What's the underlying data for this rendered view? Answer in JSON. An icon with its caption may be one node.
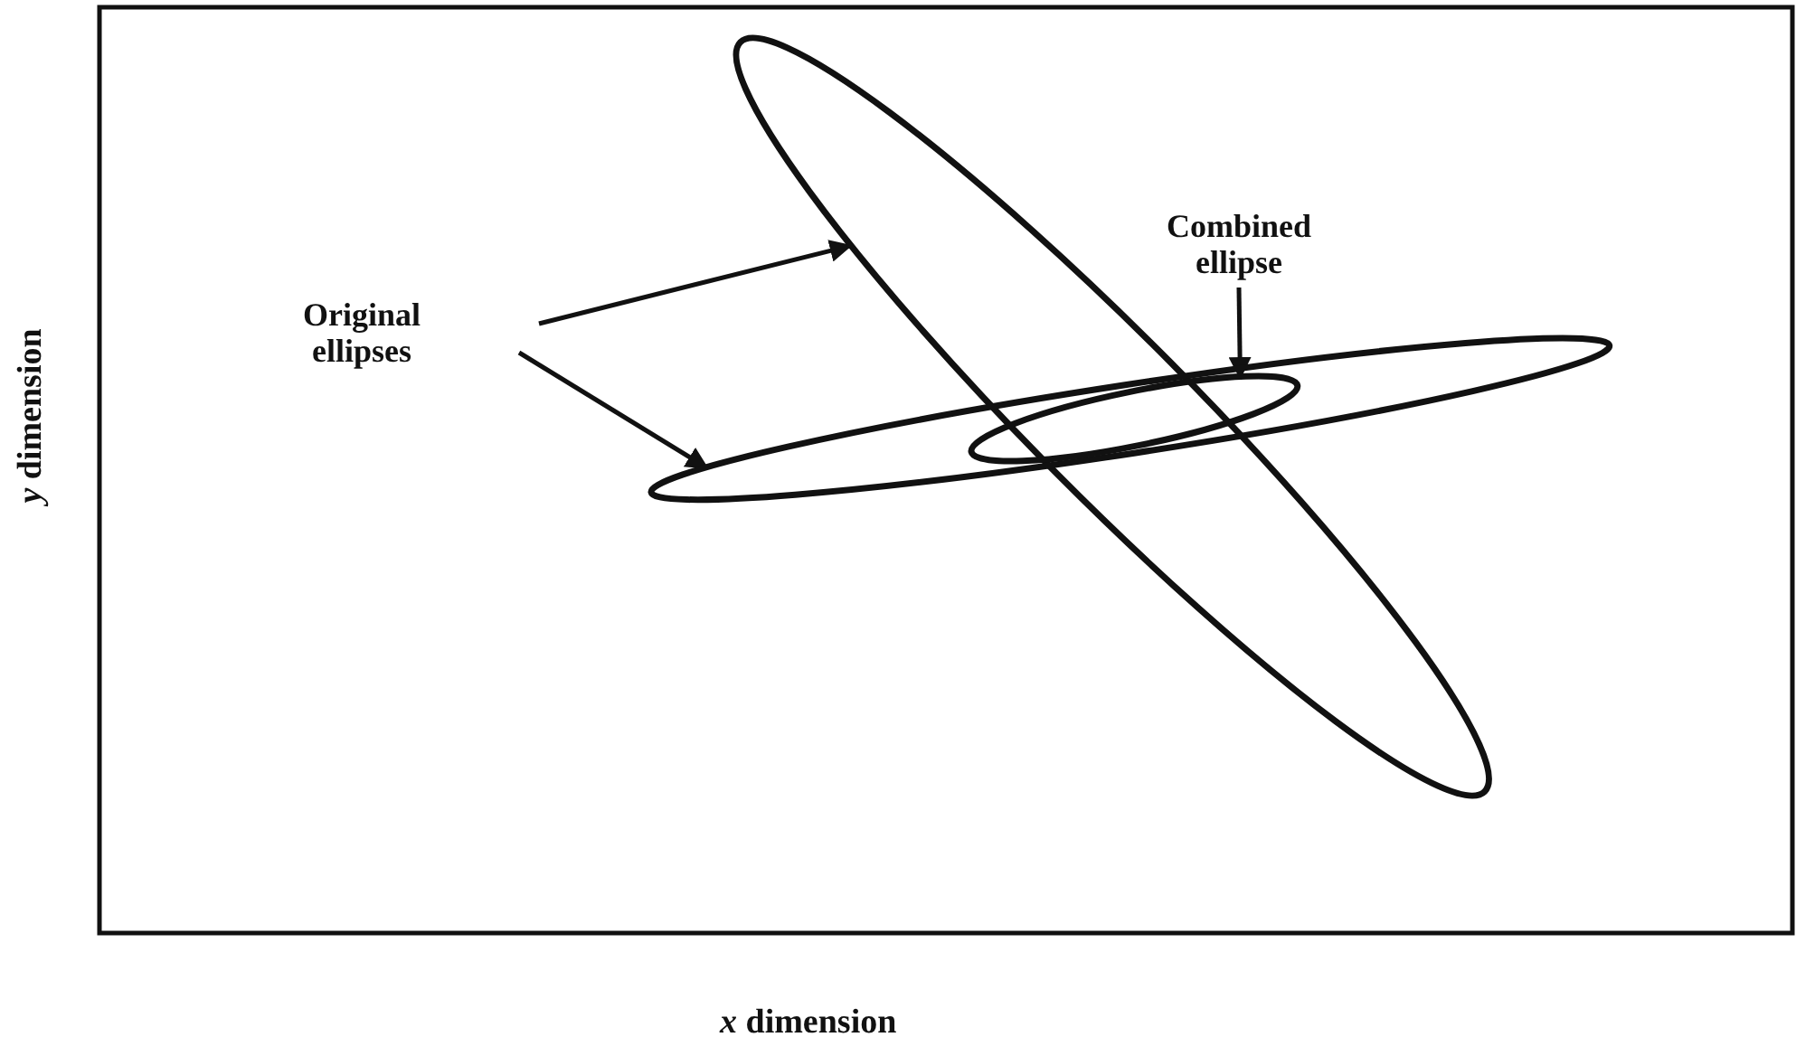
{
  "diagram": {
    "nodes": [
      {
        "text": [
          "Original ellipses"
        ]
      },
      {
        "text": [
          "Combined ellipse"
        ]
      },
      {
        "text": [],
        "shape": "ellipse"
      },
      {
        "text": [],
        "shape": "ellipse"
      },
      {
        "text": [],
        "shape": "ellipse"
      }
    ],
    "edges": [
      {
        "from": 0,
        "to": 2,
        "arrow": "to"
      },
      {
        "from": 0,
        "to": 3,
        "arrow": "to"
      },
      {
        "from": 1,
        "to": 4,
        "arrow": "to"
      }
    ],
    "labels": [
      "*y* dimension",
      "*x* dimension"
    ]
  }
}
